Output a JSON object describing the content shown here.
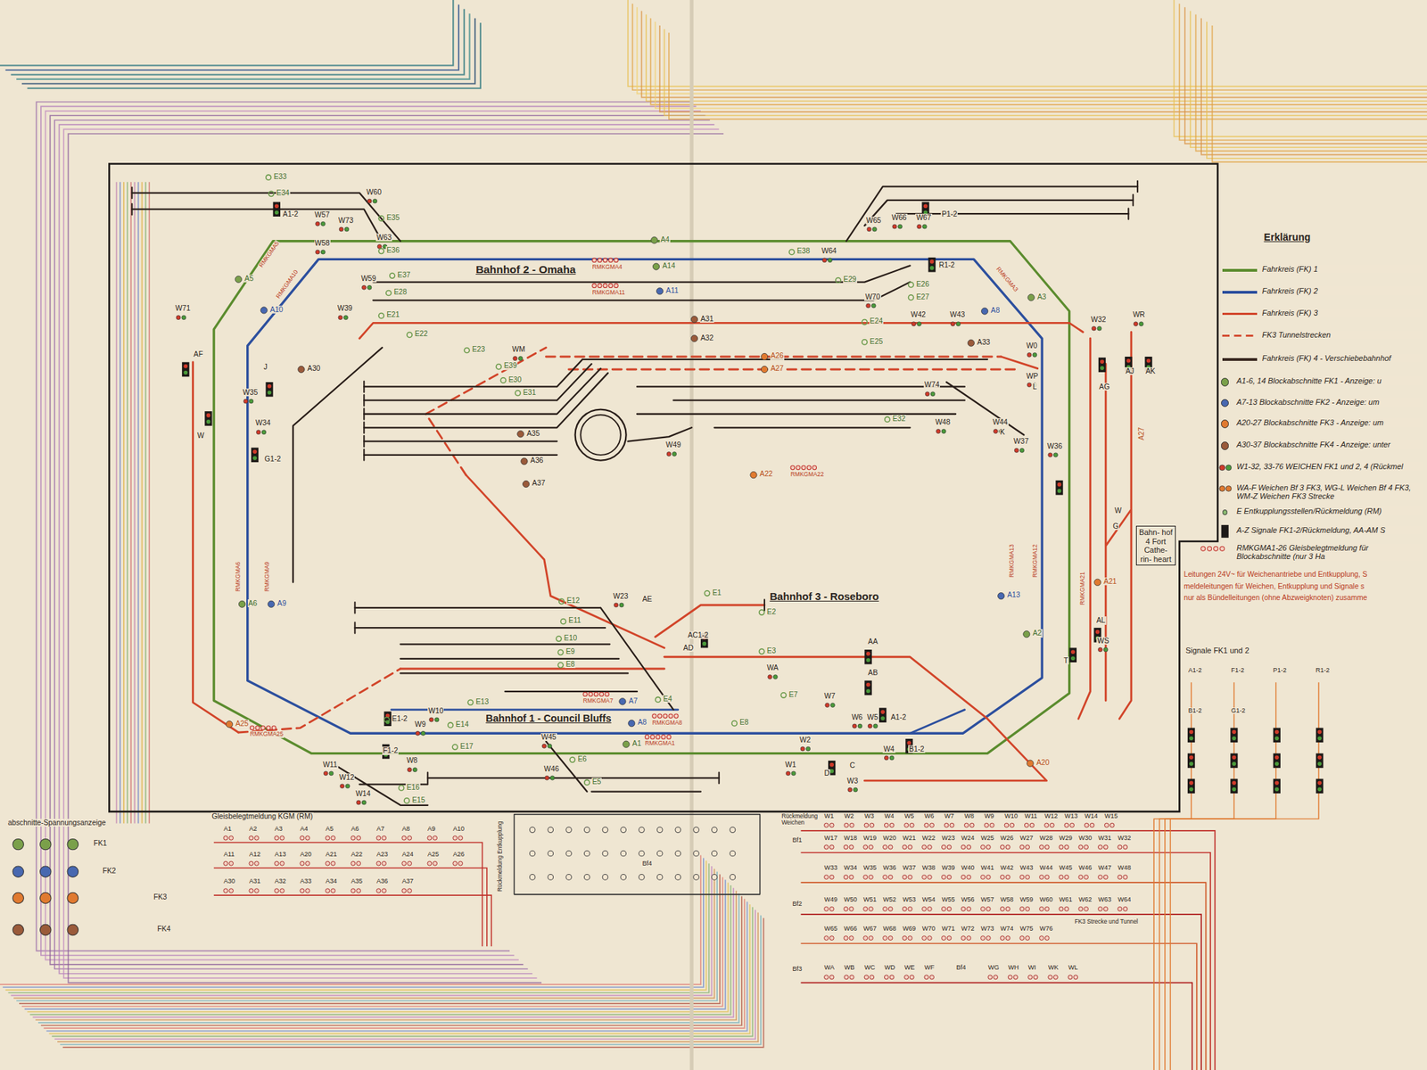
{
  "diagram": {
    "nodes": [
      {
        "text": [
          "Bahn- hof 4 Fort Cathe- rin- heart"
        ]
      }
    ],
    "labels": [
      "Bahnhof 2 - Omaha",
      "Bahnhof 3 - Roseboro",
      "Bahnhof 1 - Council Bluffs",
      "E33",
      "E34",
      "W60",
      "A1-2",
      "W57",
      "W73",
      "E35",
      "W63",
      "E36",
      "RMKGMA5",
      "A5",
      "RMKGMA10",
      "A10",
      "W58",
      "W59",
      "E37",
      "E28",
      "RMKGMA4",
      "A4",
      "A14",
      "RMKGMA11",
      "A11",
      "W71",
      "AF",
      "W39",
      "E21",
      "E22",
      "A30",
      "J",
      "W35",
      "W34",
      "W",
      "G1-2",
      "RMKGMA6",
      "RMKGMA9",
      "A6",
      "A9",
      "A31",
      "A32",
      "A26",
      "A27",
      "WM",
      "E23",
      "E39",
      "E30",
      "E31",
      "A35",
      "A36",
      "A37",
      "W49",
      "A22",
      "RMKGMA22",
      "E32",
      "W64",
      "W65",
      "W66",
      "W67",
      "P1-2",
      "E38",
      "R1-2",
      "E29",
      "W70",
      "E26",
      "E27",
      "RMKGMA3",
      "A3",
      "A8",
      "E24",
      "W42",
      "W43",
      "E25",
      "A33",
      "W0",
      "WP",
      "W74",
      "W48",
      "W44",
      "W37",
      "W36",
      "L",
      "K",
      "W32",
      "WR",
      "AG",
      "AJ",
      "AK",
      "A27",
      "RMKGMA13",
      "RMKGMA12",
      "RMKGMA21",
      "A13",
      "A2",
      "A21",
      "W",
      "G",
      "AL",
      "WS",
      "T",
      "A20",
      "E12",
      "E11",
      "E10",
      "E9",
      "E8",
      "W23",
      "AE",
      "E1",
      "E2",
      "AC1-2",
      "AD",
      "E3",
      "WA",
      "AA",
      "AB",
      "E7",
      "W7",
      "W6",
      "W5",
      "A1-2",
      "E8",
      "W2",
      "W1",
      "W3",
      "W4",
      "B1-2",
      "D",
      "C",
      "RMKGMA7",
      "A7",
      "E13",
      "E4",
      "E14",
      "A8",
      "RMKGMA8",
      "E1-2",
      "W9",
      "W10",
      "F1-2",
      "W8",
      "E17",
      "A1",
      "RMKGMA1",
      "W45",
      "W46",
      "E6",
      "E5",
      "W11",
      "W12",
      "W14",
      "E16",
      "E15",
      "A25",
      "RMKGMA25",
      "Erklärung",
      "Leitungen 24V~ für Weichenantriebe und Entkupplung, S",
      "meldeleitungen für Weichen, Entkupplung und Signale s",
      "nur als Bündelleitungen (ohne Abzweigknoten) zusamme",
      "Signale FK1 und 2",
      "A1-2",
      "F1-2",
      "P1-2",
      "R1-2",
      "B1-2",
      "G1-2",
      "abschnitte-Spannungsanzeige",
      "FK1",
      "FK2",
      "FK3",
      "FK4",
      "Gleisbelegtmeldung KGM (RM)",
      "Rückmeldung Entkupplung",
      "Bf4",
      "A1",
      "A2",
      "A3",
      "A4",
      "A5",
      "A6",
      "A7",
      "A8",
      "A9",
      "A10",
      "A11",
      "A12",
      "A13",
      "A20",
      "A21",
      "A22",
      "A23",
      "A24",
      "A25",
      "A26",
      "A30",
      "A31",
      "A32",
      "A33",
      "A34",
      "A35",
      "A36",
      "A37",
      "Rückmeldung Weichen",
      "Bf1",
      "Bf2",
      "Bf3",
      "W1",
      "W2",
      "W3",
      "W4",
      "W5",
      "W6",
      "W7",
      "W8",
      "W9",
      "W10",
      "W11",
      "W12",
      "W13",
      "W14",
      "W15",
      "W17",
      "W18",
      "W19",
      "W20",
      "W21",
      "W22",
      "W23",
      "W24",
      "W25",
      "W26",
      "W27",
      "W28",
      "W29",
      "W30",
      "W31",
      "W32",
      "W33",
      "W34",
      "W35",
      "W36",
      "W37",
      "W38",
      "W39",
      "W40",
      "W41",
      "W42",
      "W43",
      "W44",
      "W45",
      "W46",
      "W47",
      "W48",
      "W49",
      "W50",
      "W51",
      "W52",
      "W53",
      "W54",
      "W55",
      "W56",
      "W57",
      "W58",
      "W59",
      "W60",
      "W61",
      "W62",
      "W63",
      "W64",
      "W65",
      "W66",
      "W67",
      "W68",
      "W69",
      "W70",
      "W71",
      "W72",
      "W73",
      "W74",
      "W75",
      "W76",
      "FK3 Strecke und Tunnel",
      "WA",
      "WB",
      "WC",
      "WD",
      "WE",
      "WF",
      "Bf4",
      "WG",
      "WH",
      "WI",
      "WK",
      "WL"
    ],
    "legend": [
      {
        "text": "Fahrkreis (FK) 1",
        "color": "#5b8c2e"
      },
      {
        "text": "Fahrkreis (FK) 2",
        "color": "#2c4f9e"
      },
      {
        "text": "Fahrkreis (FK) 3",
        "color": "#d2452a"
      },
      {
        "text": "FK3 Tunnelstrecken"
      },
      {
        "text": "Fahrkreis (FK) 4 - Verschiebebahnhof",
        "color": "#3b2a22"
      },
      {
        "text": "A1-6, 14 Blockabschnitte FK1 - Anzeige: u",
        "color": "#7aa04a"
      },
      {
        "text": "A7-13 Blockabschnitte FK2 - Anzeige: um",
        "color": "#4868b0"
      },
      {
        "text": "A20-27 Blockabschnitte FK3 - Anzeige: um",
        "color": "#e07a30"
      },
      {
        "text": "A30-37 Blockabschnitte FK4 - Anzeige: unter",
        "color": "#9a5a3a"
      },
      {
        "text": "W1-32, 33-76 WEICHEN FK1 und 2, 4 (Rückmel"
      },
      {
        "text": "WA-F Weichen Bf 3 FK3, WG-L Weichen Bf 4 FK3, WM-Z Weichen FK3 Strecke"
      },
      {
        "text": "E Entkupplungsstellen/Rückmeldung (RM)",
        "color": "#8ab870"
      },
      {
        "text": "A-Z Signale FK1-2/Rückmeldung, AA-AM S"
      },
      {
        "text": "RMKGMA1-26 Gleisbelegtmeldung für Blockabschnitte (nur 3 Ha"
      }
    ]
  }
}
